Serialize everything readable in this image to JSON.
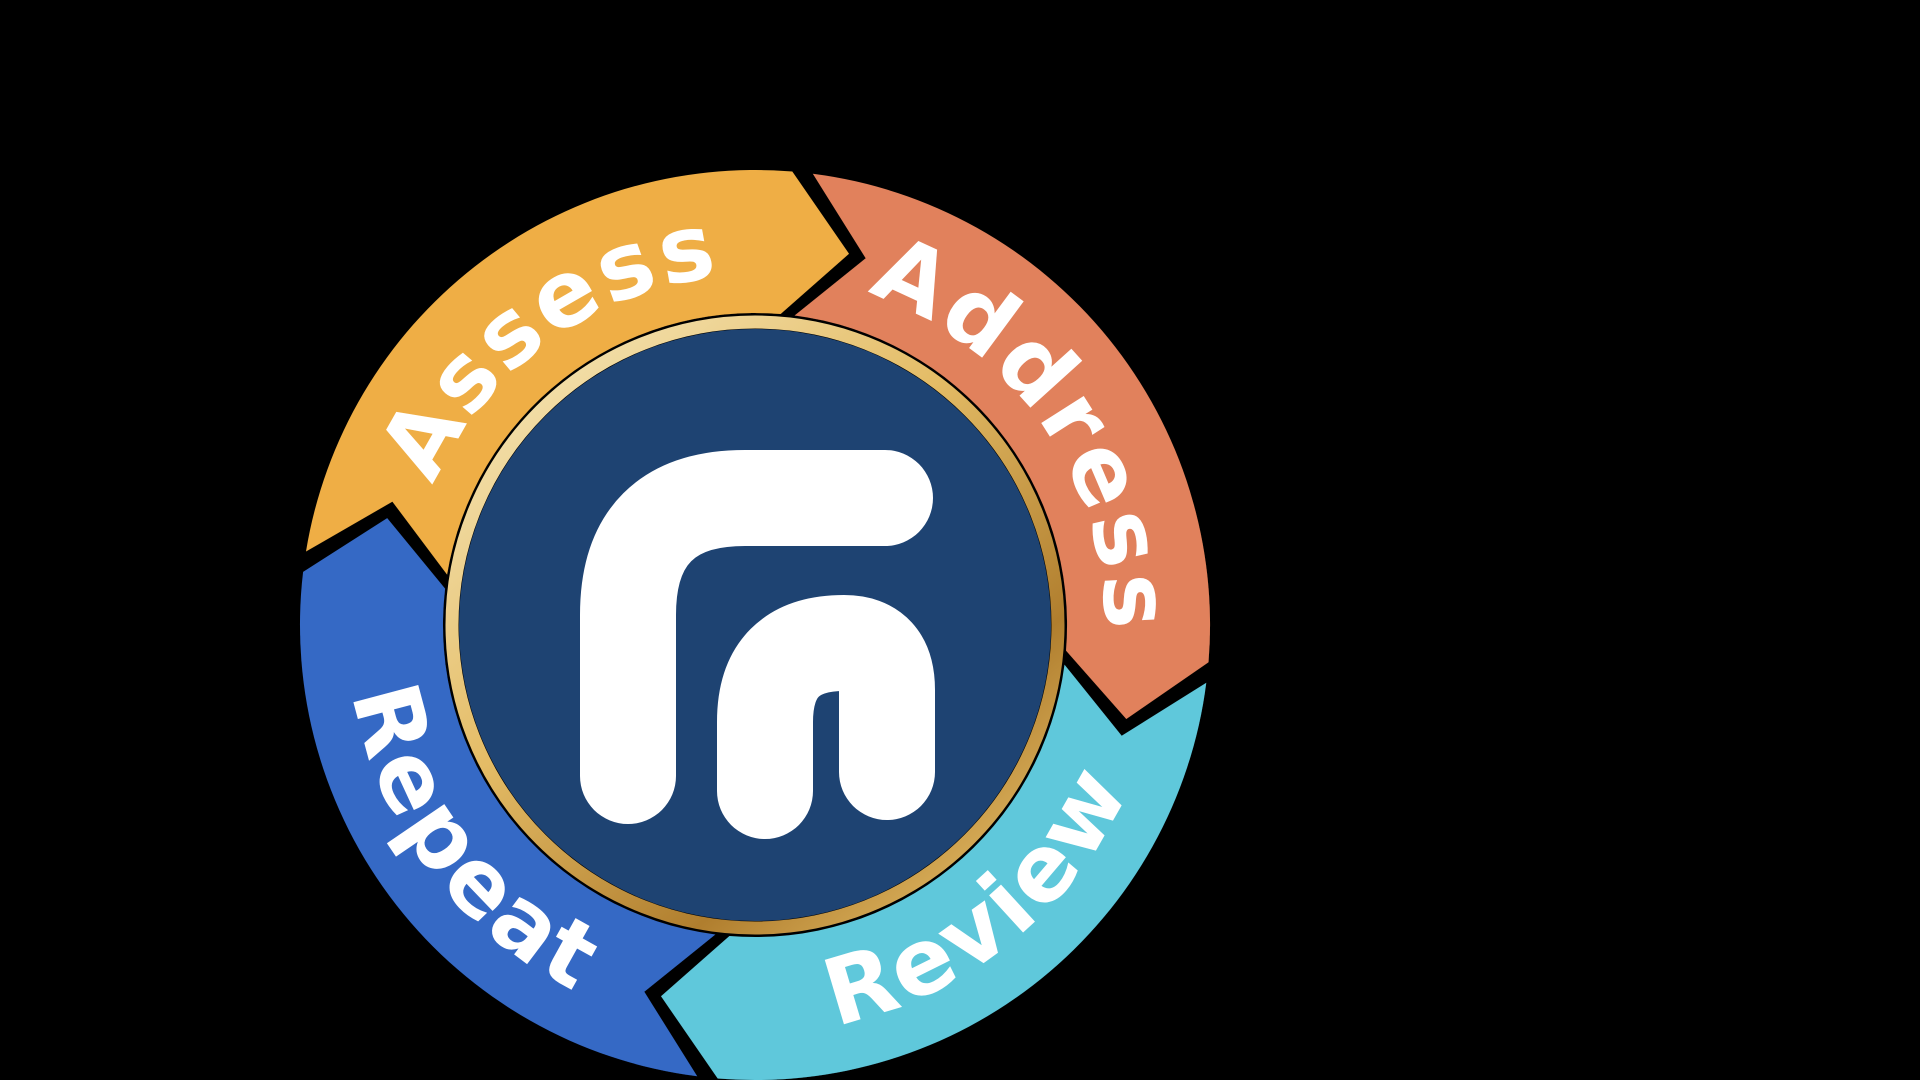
{
  "background_color": "#000000",
  "diagram": {
    "type": "cycle",
    "direction": "clockwise",
    "text_color": "#FFFFFF",
    "center_logo": {
      "icon": "ff-logo-icon",
      "circle_color": "#1E4372",
      "logo_color": "#FFFFFF",
      "ring_color_light": "#F8ECC3",
      "ring_color_mid": "#E4BC66",
      "ring_color_dark": "#B07E2E"
    },
    "segments": [
      {
        "id": "assess",
        "label": "Assess",
        "color": "#EFAE45",
        "start_angle": 278,
        "end_angle": 366,
        "label_angle": 324,
        "label_flipped": false
      },
      {
        "id": "address",
        "label": "Address",
        "color": "#E1815B",
        "start_angle": 6,
        "end_angle": 96,
        "label_angle": 55,
        "label_flipped": false
      },
      {
        "id": "review",
        "label": "Review",
        "color": "#5FC8DB",
        "start_angle": 96,
        "end_angle": 186,
        "label_angle": 141,
        "label_flipped": true
      },
      {
        "id": "repeat",
        "label": "Repeat",
        "color": "#3569C5",
        "start_angle": 186,
        "end_angle": 278,
        "label_angle": 233,
        "label_flipped": true
      }
    ]
  }
}
